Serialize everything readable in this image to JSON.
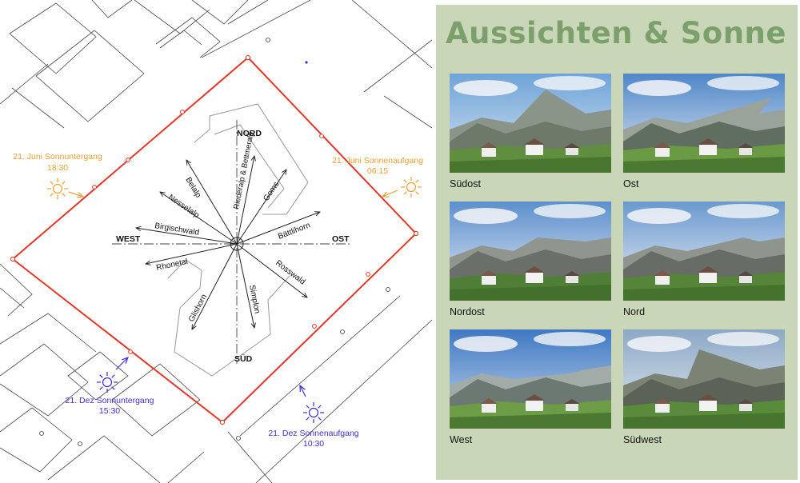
{
  "plan": {
    "directions": {
      "north": "NORD",
      "south": "SÜD",
      "west": "WEST",
      "east": "OST"
    },
    "peaks": [
      "Belalp",
      "Nesselalp",
      "Birgischwald",
      "Rhonetal",
      "Glishorn",
      "Simplon",
      "Rosswald",
      "Bättlihorn",
      "Goms",
      "Riederalp & Bettmeralp"
    ],
    "sun_events": {
      "june_sunset": {
        "label": "21. Juni Sonnuntergang",
        "time": "18:30"
      },
      "june_sunrise": {
        "label": "21. Juni Sonnenaufgang",
        "time": "06:15"
      },
      "dec_sunset": {
        "label": "21. Dez Sonnuntergang",
        "time": "15:30"
      },
      "dec_sunrise": {
        "label": "21. Dez Sonnenaufgang",
        "time": "10:30"
      }
    },
    "colors": {
      "boundary": "#e0392b",
      "summer": "#e8a13a",
      "winter": "#3d2fd0"
    }
  },
  "views": {
    "title": "Aussichten & Sonne",
    "photos": [
      {
        "caption": "Südost"
      },
      {
        "caption": "Ost"
      },
      {
        "caption": "Nordost"
      },
      {
        "caption": "Nord"
      },
      {
        "caption": "West"
      },
      {
        "caption": "Südwest"
      }
    ],
    "colors": {
      "panel": "#c9d7b8",
      "title": "#7ca06c"
    }
  }
}
